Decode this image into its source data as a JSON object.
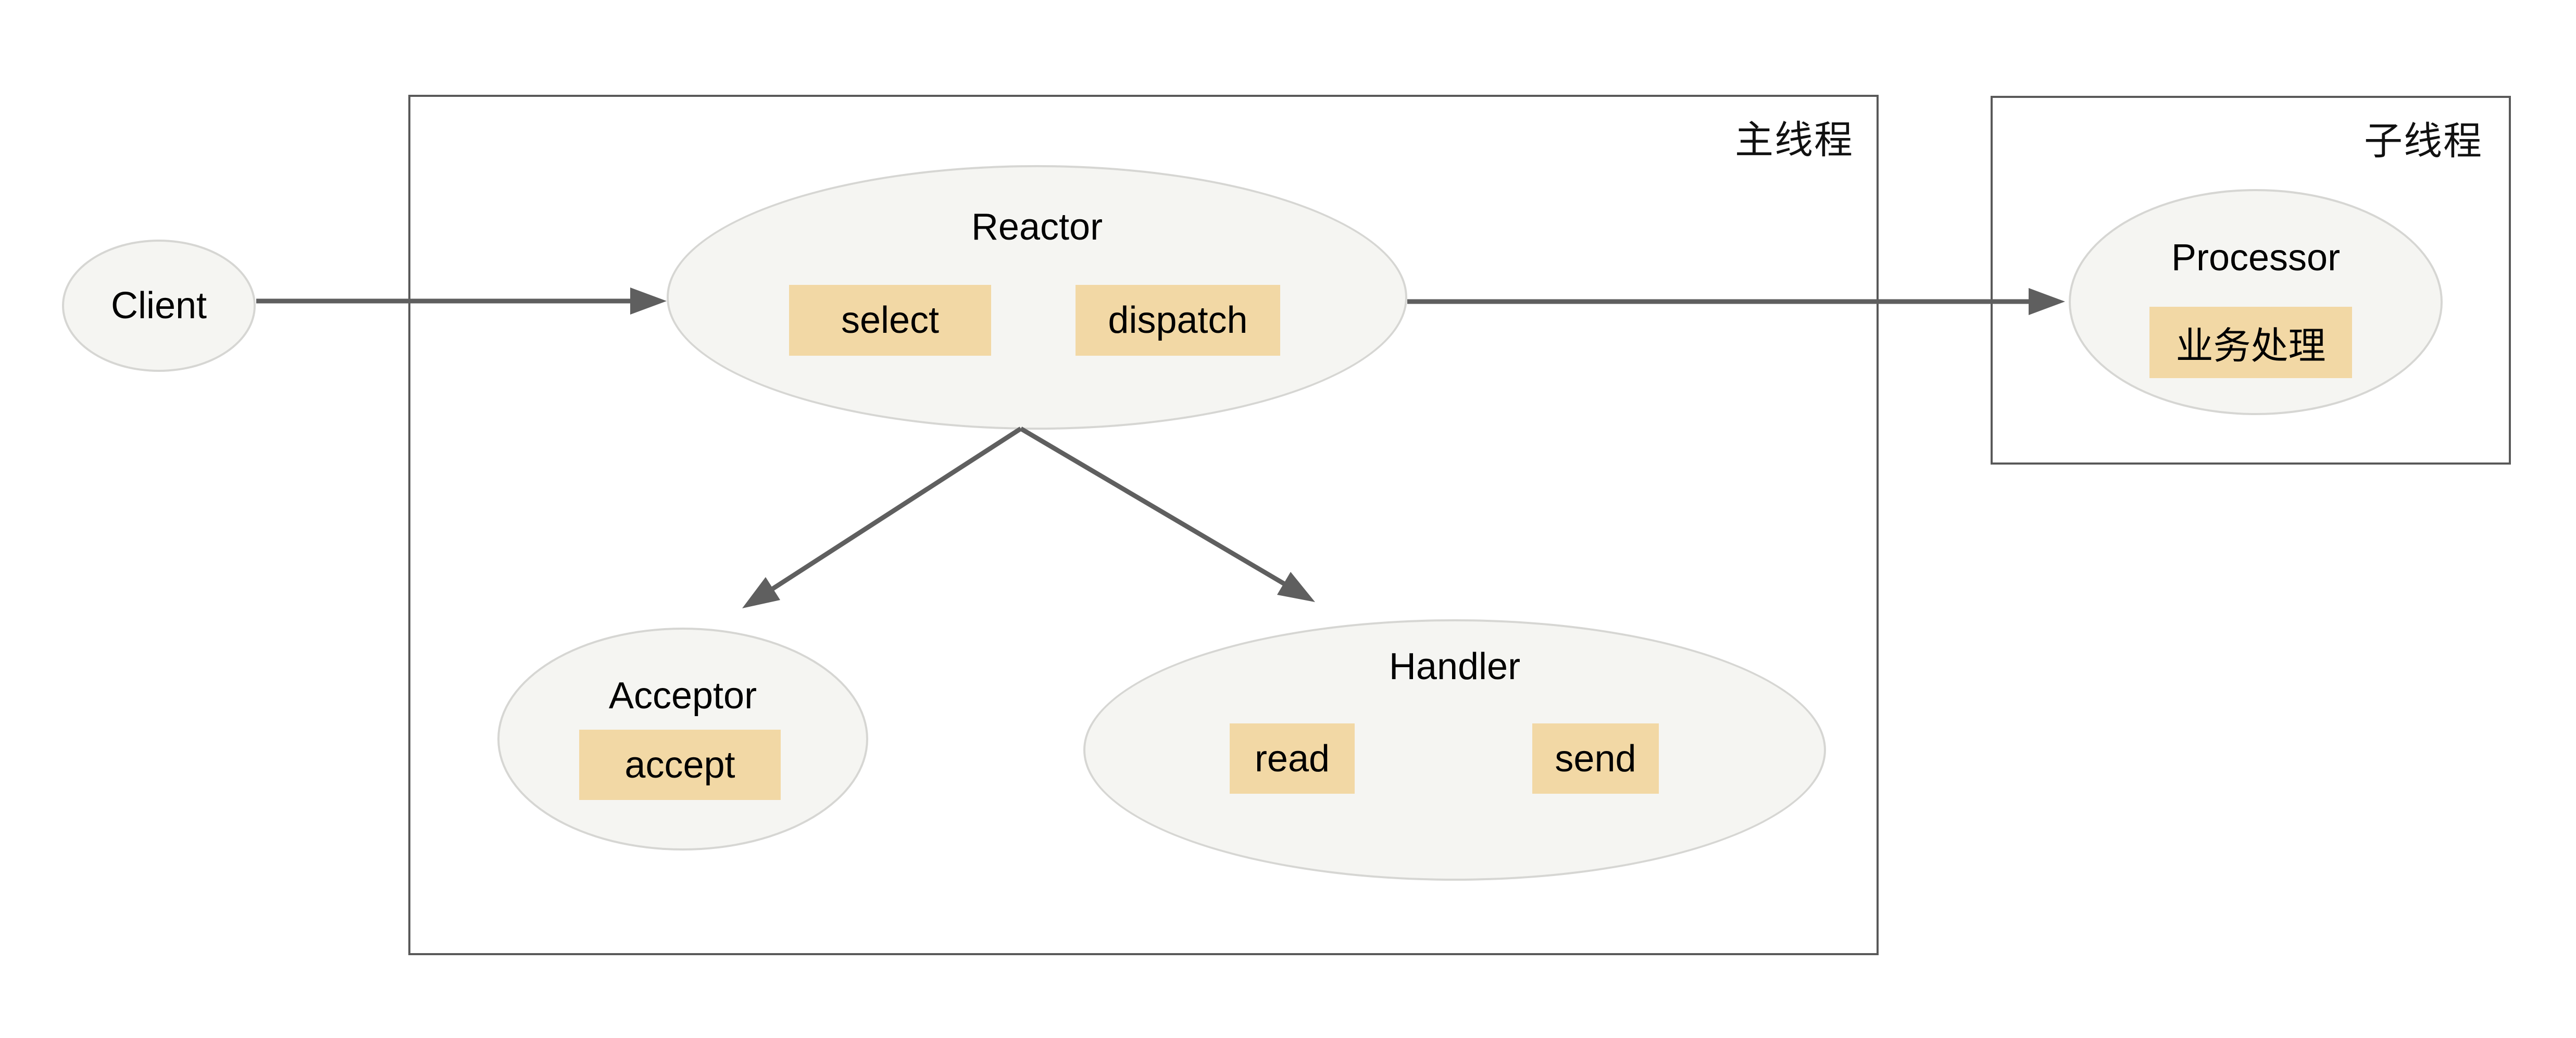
{
  "diagram": {
    "regions": {
      "main_thread": {
        "label": "主线程"
      },
      "child_thread": {
        "label": "子线程"
      }
    },
    "nodes": {
      "client": {
        "title": "Client"
      },
      "reactor": {
        "title": "Reactor",
        "methods": {
          "select": "select",
          "dispatch": "dispatch"
        }
      },
      "acceptor": {
        "title": "Acceptor",
        "methods": {
          "accept": "accept"
        }
      },
      "handler": {
        "title": "Handler",
        "methods": {
          "read": "read",
          "send": "send"
        }
      },
      "processor": {
        "title": "Processor",
        "methods": {
          "business": "业务处理"
        }
      }
    },
    "colors": {
      "method_box": "#f2d8a5",
      "node_fill": "#f5f5f2",
      "node_border": "#d6d6d3",
      "region_border": "#595959",
      "arrow": "#5f5f5f",
      "text": "#111111",
      "background": "#ffffff"
    }
  }
}
